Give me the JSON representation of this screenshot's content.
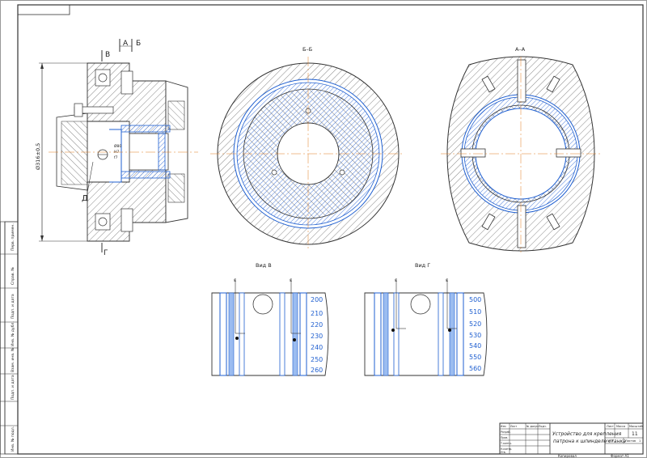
{
  "views": {
    "section_bb": "Б–Б",
    "section_aa": "А–А",
    "view_v": "Вид В",
    "view_g": "Вид Г"
  },
  "labels": {
    "cut_a": "А",
    "cut_b": "Б",
    "view_v_mark": "В",
    "view_g_mark": "Г",
    "detail_d": "Д",
    "diameter": "Ø316±0,5",
    "fits": [
      "Ø80",
      "H7",
      "f7"
    ]
  },
  "scale_v": [
    "200",
    "210",
    "220",
    "230",
    "240",
    "250",
    "260"
  ],
  "scale_g": [
    "500",
    "510",
    "520",
    "530",
    "540",
    "550",
    "560"
  ],
  "marker": "ε",
  "title_block": {
    "title_line1": "Устройство для крепления",
    "title_line2": "патрона к шпинделе станка",
    "sheet_count": "11",
    "sheet_label": "Лист",
    "mass_label": "Масса",
    "scale_label": "Масштаб",
    "sheets_label": "Листов",
    "sheets_value": "1",
    "row_labels": [
      "Изм",
      "Лист",
      "№ докум.",
      "Подп.",
      "Дата"
    ],
    "role_labels": [
      "Разраб.",
      "Пров.",
      "Т.контр.",
      "Н.контр.",
      "Утв."
    ],
    "copied": "Копировал",
    "format": "Формат А1"
  },
  "side_stamps": [
    "Перв. примен.",
    "Справ. №",
    "Подп. и дата",
    "Инв. № дубл.",
    "Взам. инв. №",
    "Подп. и дата",
    "Инв. № подл."
  ]
}
